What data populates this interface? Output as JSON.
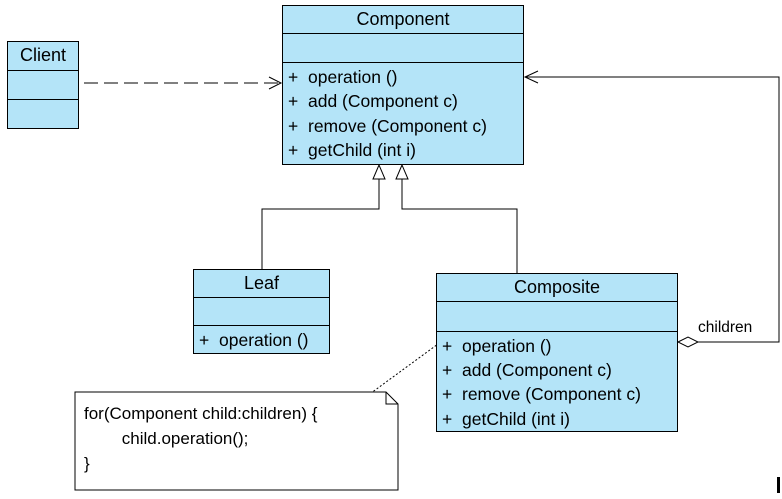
{
  "classes": {
    "component": {
      "name": "Component",
      "operations": [
        {
          "visibility": "+",
          "signature": "operation ()"
        },
        {
          "visibility": "+",
          "signature": "add (Component c)"
        },
        {
          "visibility": "+",
          "signature": "remove (Component c)"
        },
        {
          "visibility": "+",
          "signature": "getChild (int i)"
        }
      ]
    },
    "client": {
      "name": "Client",
      "operations": []
    },
    "leaf": {
      "name": "Leaf",
      "operations": [
        {
          "visibility": "+",
          "signature": "operation ()"
        }
      ]
    },
    "composite": {
      "name": "Composite",
      "operations": [
        {
          "visibility": "+",
          "signature": "operation ()"
        },
        {
          "visibility": "+",
          "signature": "add (Component c)"
        },
        {
          "visibility": "+",
          "signature": "remove (Component c)"
        },
        {
          "visibility": "+",
          "signature": "getChild (int i)"
        }
      ]
    }
  },
  "relationships": {
    "aggregation_role": "children"
  },
  "note": {
    "line1": "for(Component child:children) {",
    "line2": "        child.operation();",
    "line3": "}"
  },
  "colors": {
    "class_fill": "#b4e4f8",
    "line": "#000000"
  }
}
